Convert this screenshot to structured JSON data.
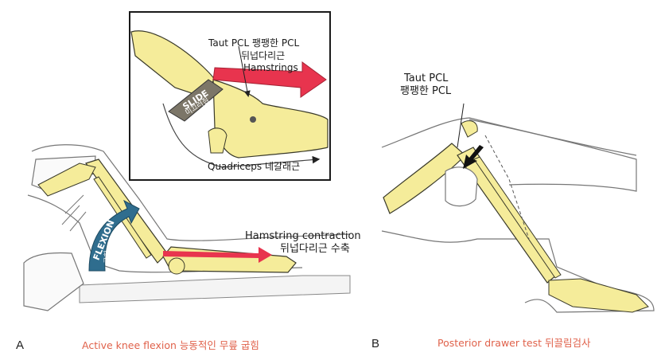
{
  "colors": {
    "bone": "#f5ec9a",
    "bone_stroke": "#3a3a2a",
    "arrow_red": "#e8344e",
    "flexion_blue": "#2f6d8e",
    "caption_red": "#e0624b"
  },
  "panel_a": {
    "letter": "A",
    "caption": "Active knee flexion 능동적인 무릎 굽힘",
    "hamstring_contraction": "Hamstring contraction",
    "hamstring_contraction_ko": "뒤넙다리근 수축",
    "flexion": "FLEXION",
    "flexion_ko": "굽힘",
    "inset": {
      "taut_pcl": "Taut PCL 팽팽한 PCL",
      "hamstrings_ko": "뒤넙다리근",
      "hamstrings": "Hamstrings",
      "slide": "SLIDE",
      "slide_ko": "미끄러짐",
      "quadriceps": "Quadriceps 네갈래근"
    }
  },
  "panel_b": {
    "letter": "B",
    "caption": "Posterior drawer test 뒤끌림검사",
    "taut_pcl": "Taut PCL",
    "taut_pcl_ko": "팽팽한 PCL"
  }
}
